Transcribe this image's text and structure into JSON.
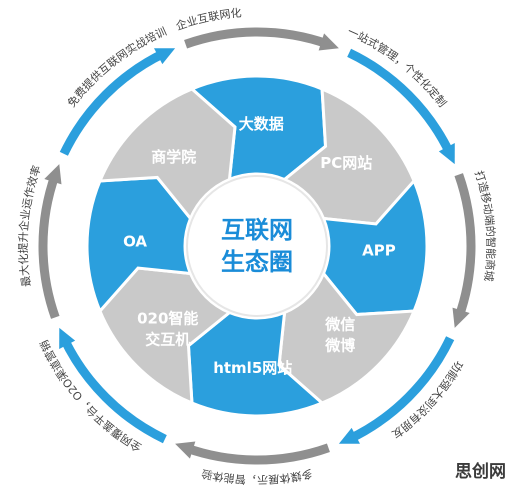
{
  "center": {
    "line1": "互联网",
    "line2": "生态圈"
  },
  "segments": [
    {
      "lines": [
        "大数据"
      ],
      "tone": "blue"
    },
    {
      "lines": [
        "PC网站"
      ],
      "tone": "gray"
    },
    {
      "lines": [
        "APP"
      ],
      "tone": "blue"
    },
    {
      "lines": [
        "微信",
        "微博"
      ],
      "tone": "gray"
    },
    {
      "lines": [
        "html5网站"
      ],
      "tone": "blue"
    },
    {
      "lines": [
        "020智能",
        "交互机"
      ],
      "tone": "gray"
    },
    {
      "lines": [
        "OA"
      ],
      "tone": "blue"
    },
    {
      "lines": [
        "商学院"
      ],
      "tone": "gray"
    }
  ],
  "ring_texts": [
    "企业互联网化",
    "一站式管理，个性化定制",
    "打造移动端的智能商城",
    "功能强大到没有朋友",
    "多媒体展示，智能体验",
    "全网覆盖平台，O2O渠道营销",
    "最大化提升企业运作效率",
    "免费提供互联网实战培训"
  ],
  "watermark": "思创网",
  "colors": {
    "blue": "#2b9fdd",
    "gray": "#c9c9c9",
    "ring_blue": "#2b9fdd",
    "ring_gray": "#8f8f8f",
    "center_text": "#1a8cd8"
  }
}
